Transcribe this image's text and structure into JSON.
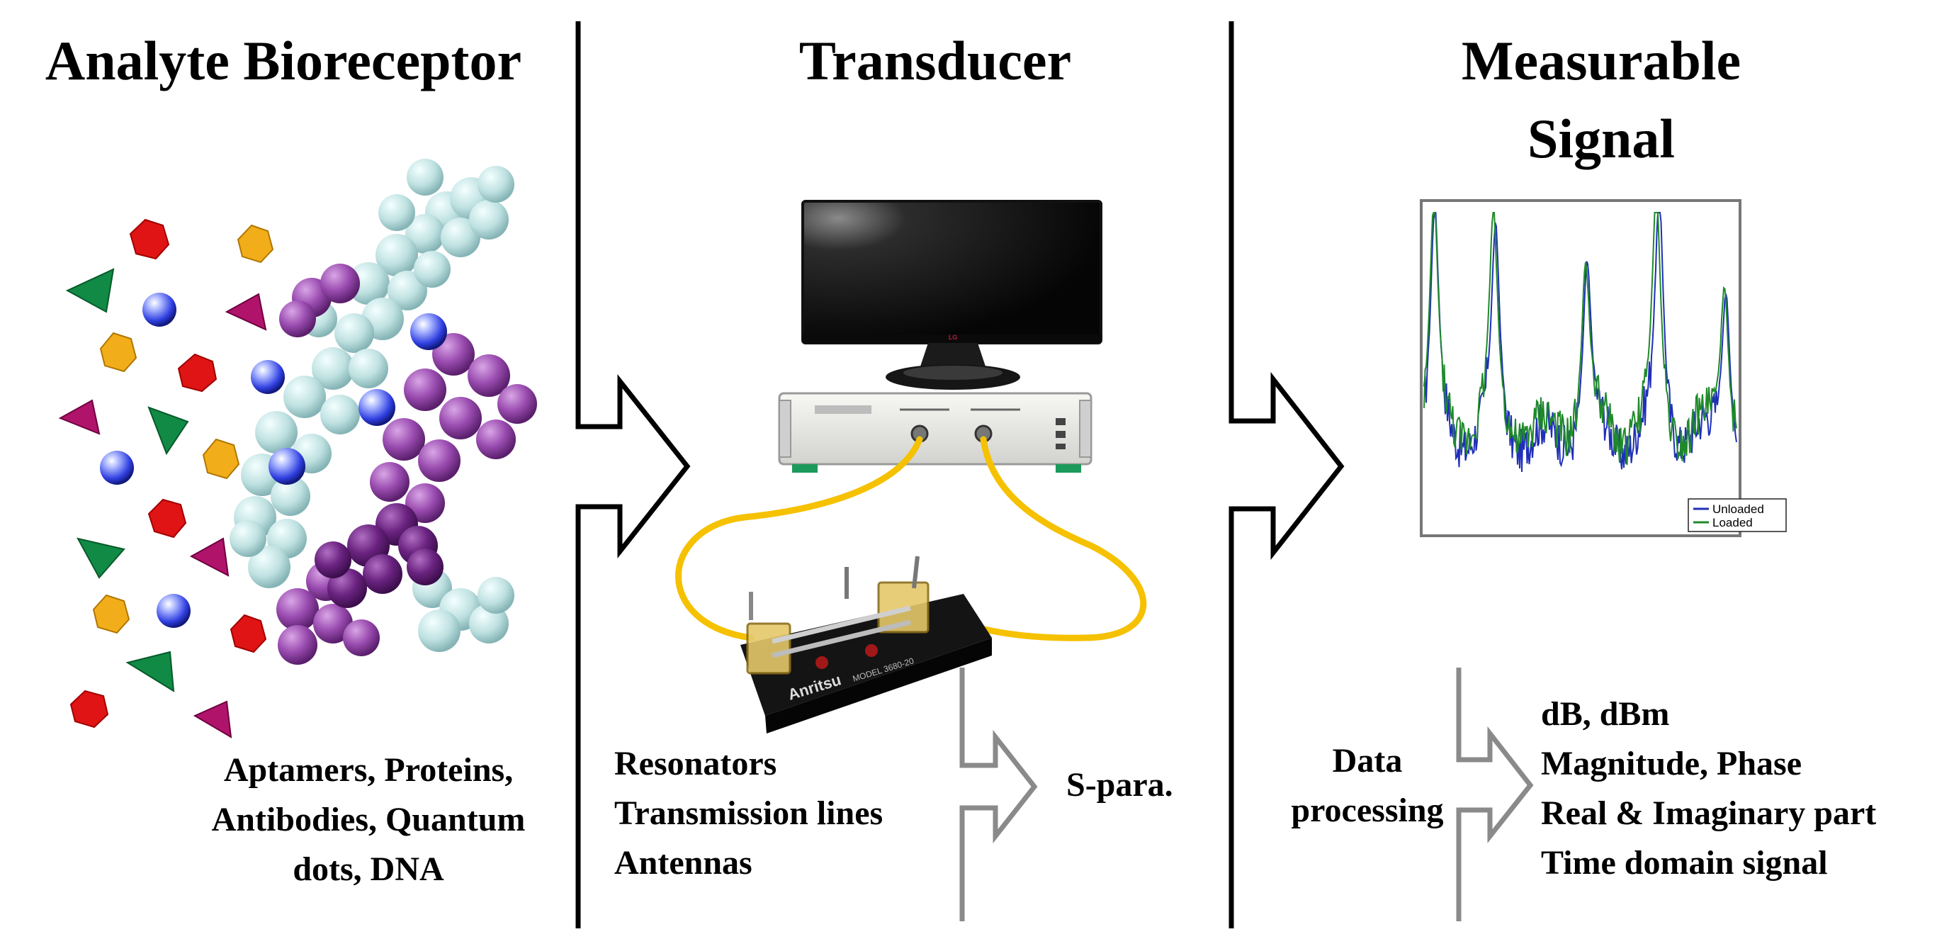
{
  "headers": {
    "bioreceptor": "Analyte  Bioreceptor",
    "transducer": "Transducer",
    "signal_line1": "Measurable",
    "signal_line2": "Signal"
  },
  "labels": {
    "bioreceptor_types": [
      "Aptamers, Proteins,",
      "Antibodies, Quantum",
      "dots, DNA"
    ],
    "transducer_types": [
      "Resonators",
      "Transmission lines",
      "Antennas"
    ],
    "s_para": "S-para.",
    "data_processing": [
      "Data",
      "processing"
    ],
    "signal_types": [
      "dB, dBm",
      "Magnitude, Phase",
      "Real & Imaginary part",
      "Time domain signal"
    ]
  },
  "device": {
    "monitor_brand": "LG",
    "fixture_brand": "Anritsu",
    "fixture_model": "MODEL 3680-20"
  },
  "colors": {
    "cable": "#f5c100",
    "dna_light": "#c9e6e6",
    "dna_dark": "#7a2f8e",
    "unloaded": "#1f2fb8",
    "loaded": "#1f8a2a"
  },
  "chart_data": {
    "type": "line",
    "series": [
      {
        "name": "Unloaded"
      },
      {
        "name": "Loaded"
      }
    ],
    "legend_position": "bottom-right",
    "grid": false
  }
}
